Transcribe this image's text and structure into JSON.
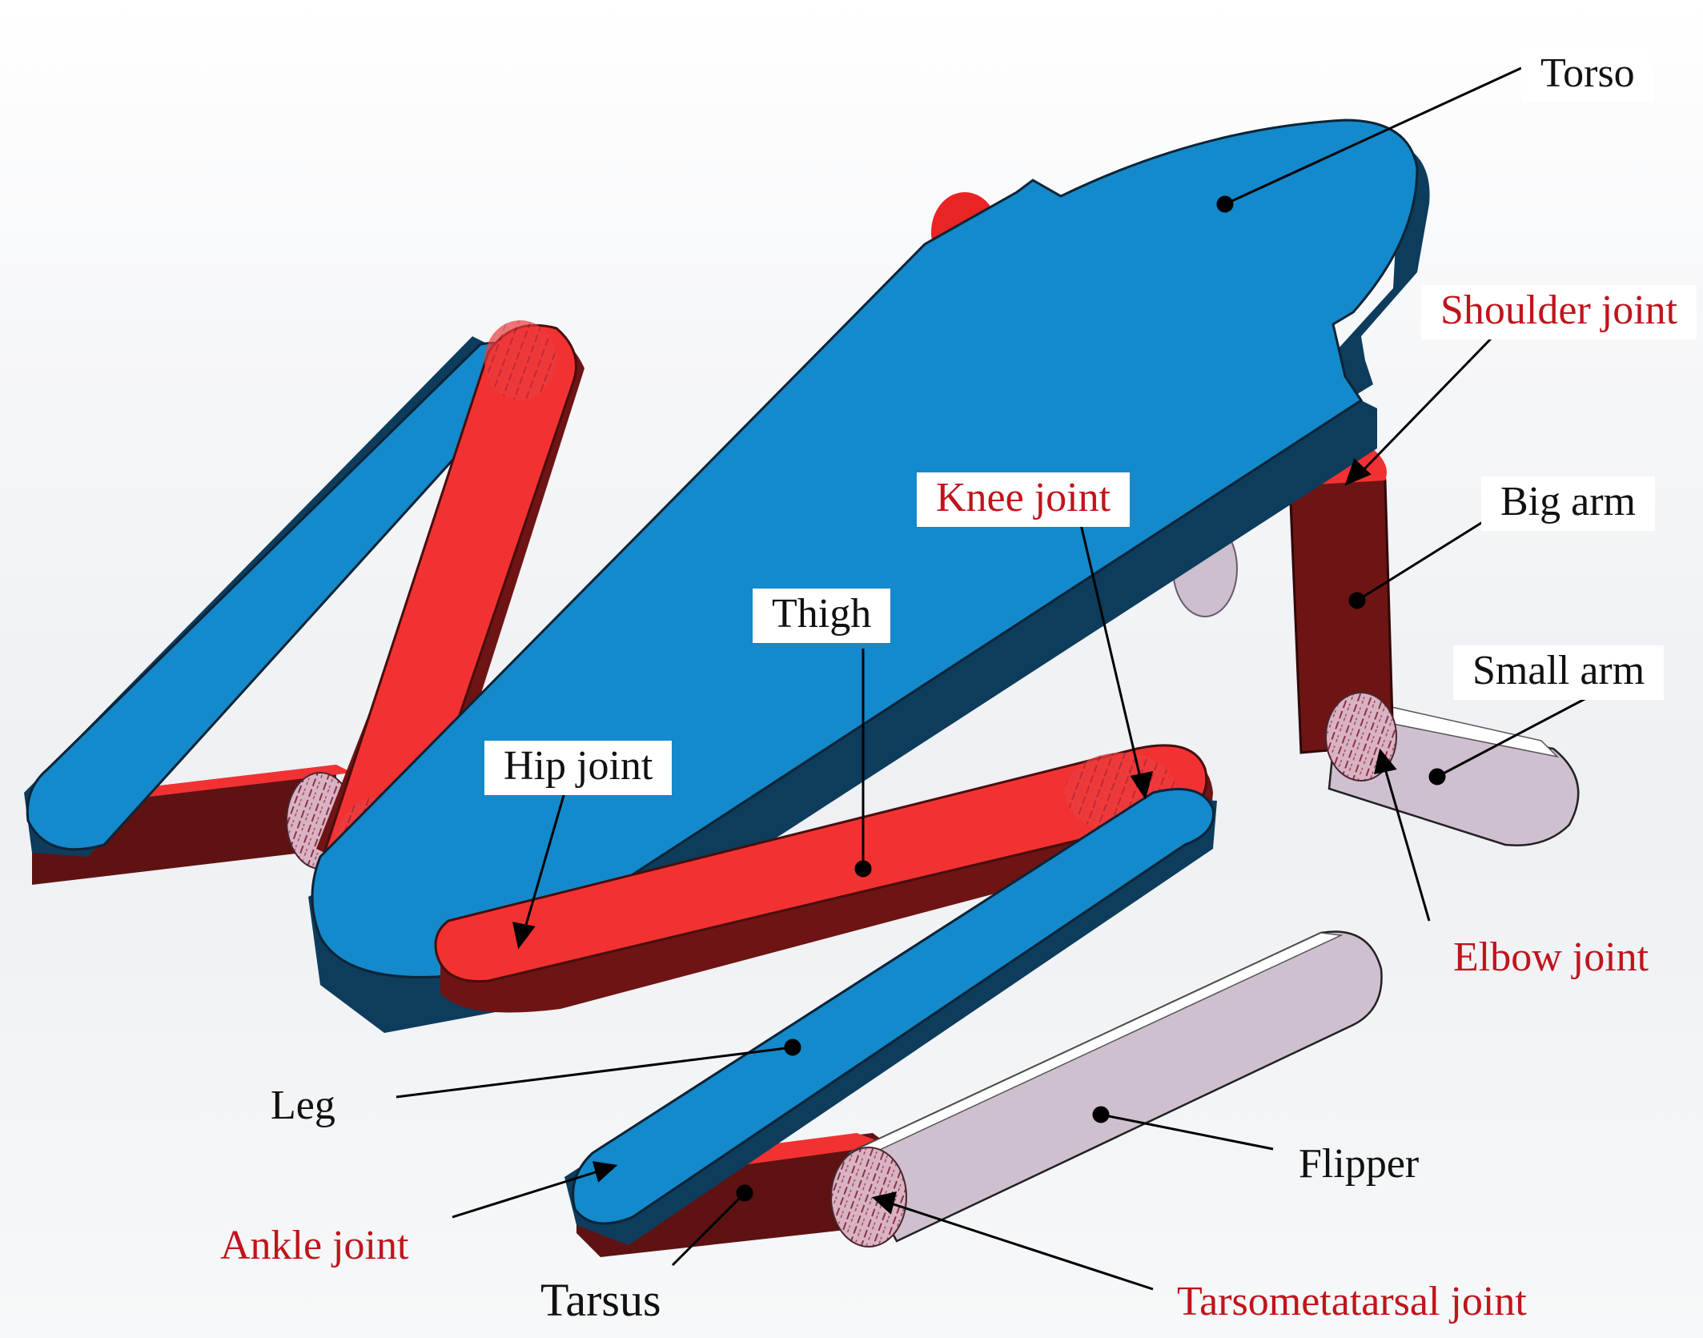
{
  "labels": {
    "torso": "Torso",
    "shoulder_joint": "Shoulder joint",
    "big_arm": "Big arm",
    "small_arm": "Small arm",
    "knee_joint": "Knee joint",
    "thigh": "Thigh",
    "hip_joint": "Hip joint",
    "elbow_joint": "Elbow joint",
    "leg": "Leg",
    "flipper": "Flipper",
    "ankle_joint": "Ankle joint",
    "tarsus": "Tarsus",
    "tarsometatarsal_joint": "Tarsometatarsal joint"
  },
  "colors": {
    "body_blue": "#1489cb",
    "body_blue_side": "#0d3c5c",
    "joint_red": "#f23232",
    "joint_red_side": "#6e1414",
    "flipper_lilac": "#cfc0d0",
    "label_red": "#c0141c",
    "label_black": "#111111"
  }
}
